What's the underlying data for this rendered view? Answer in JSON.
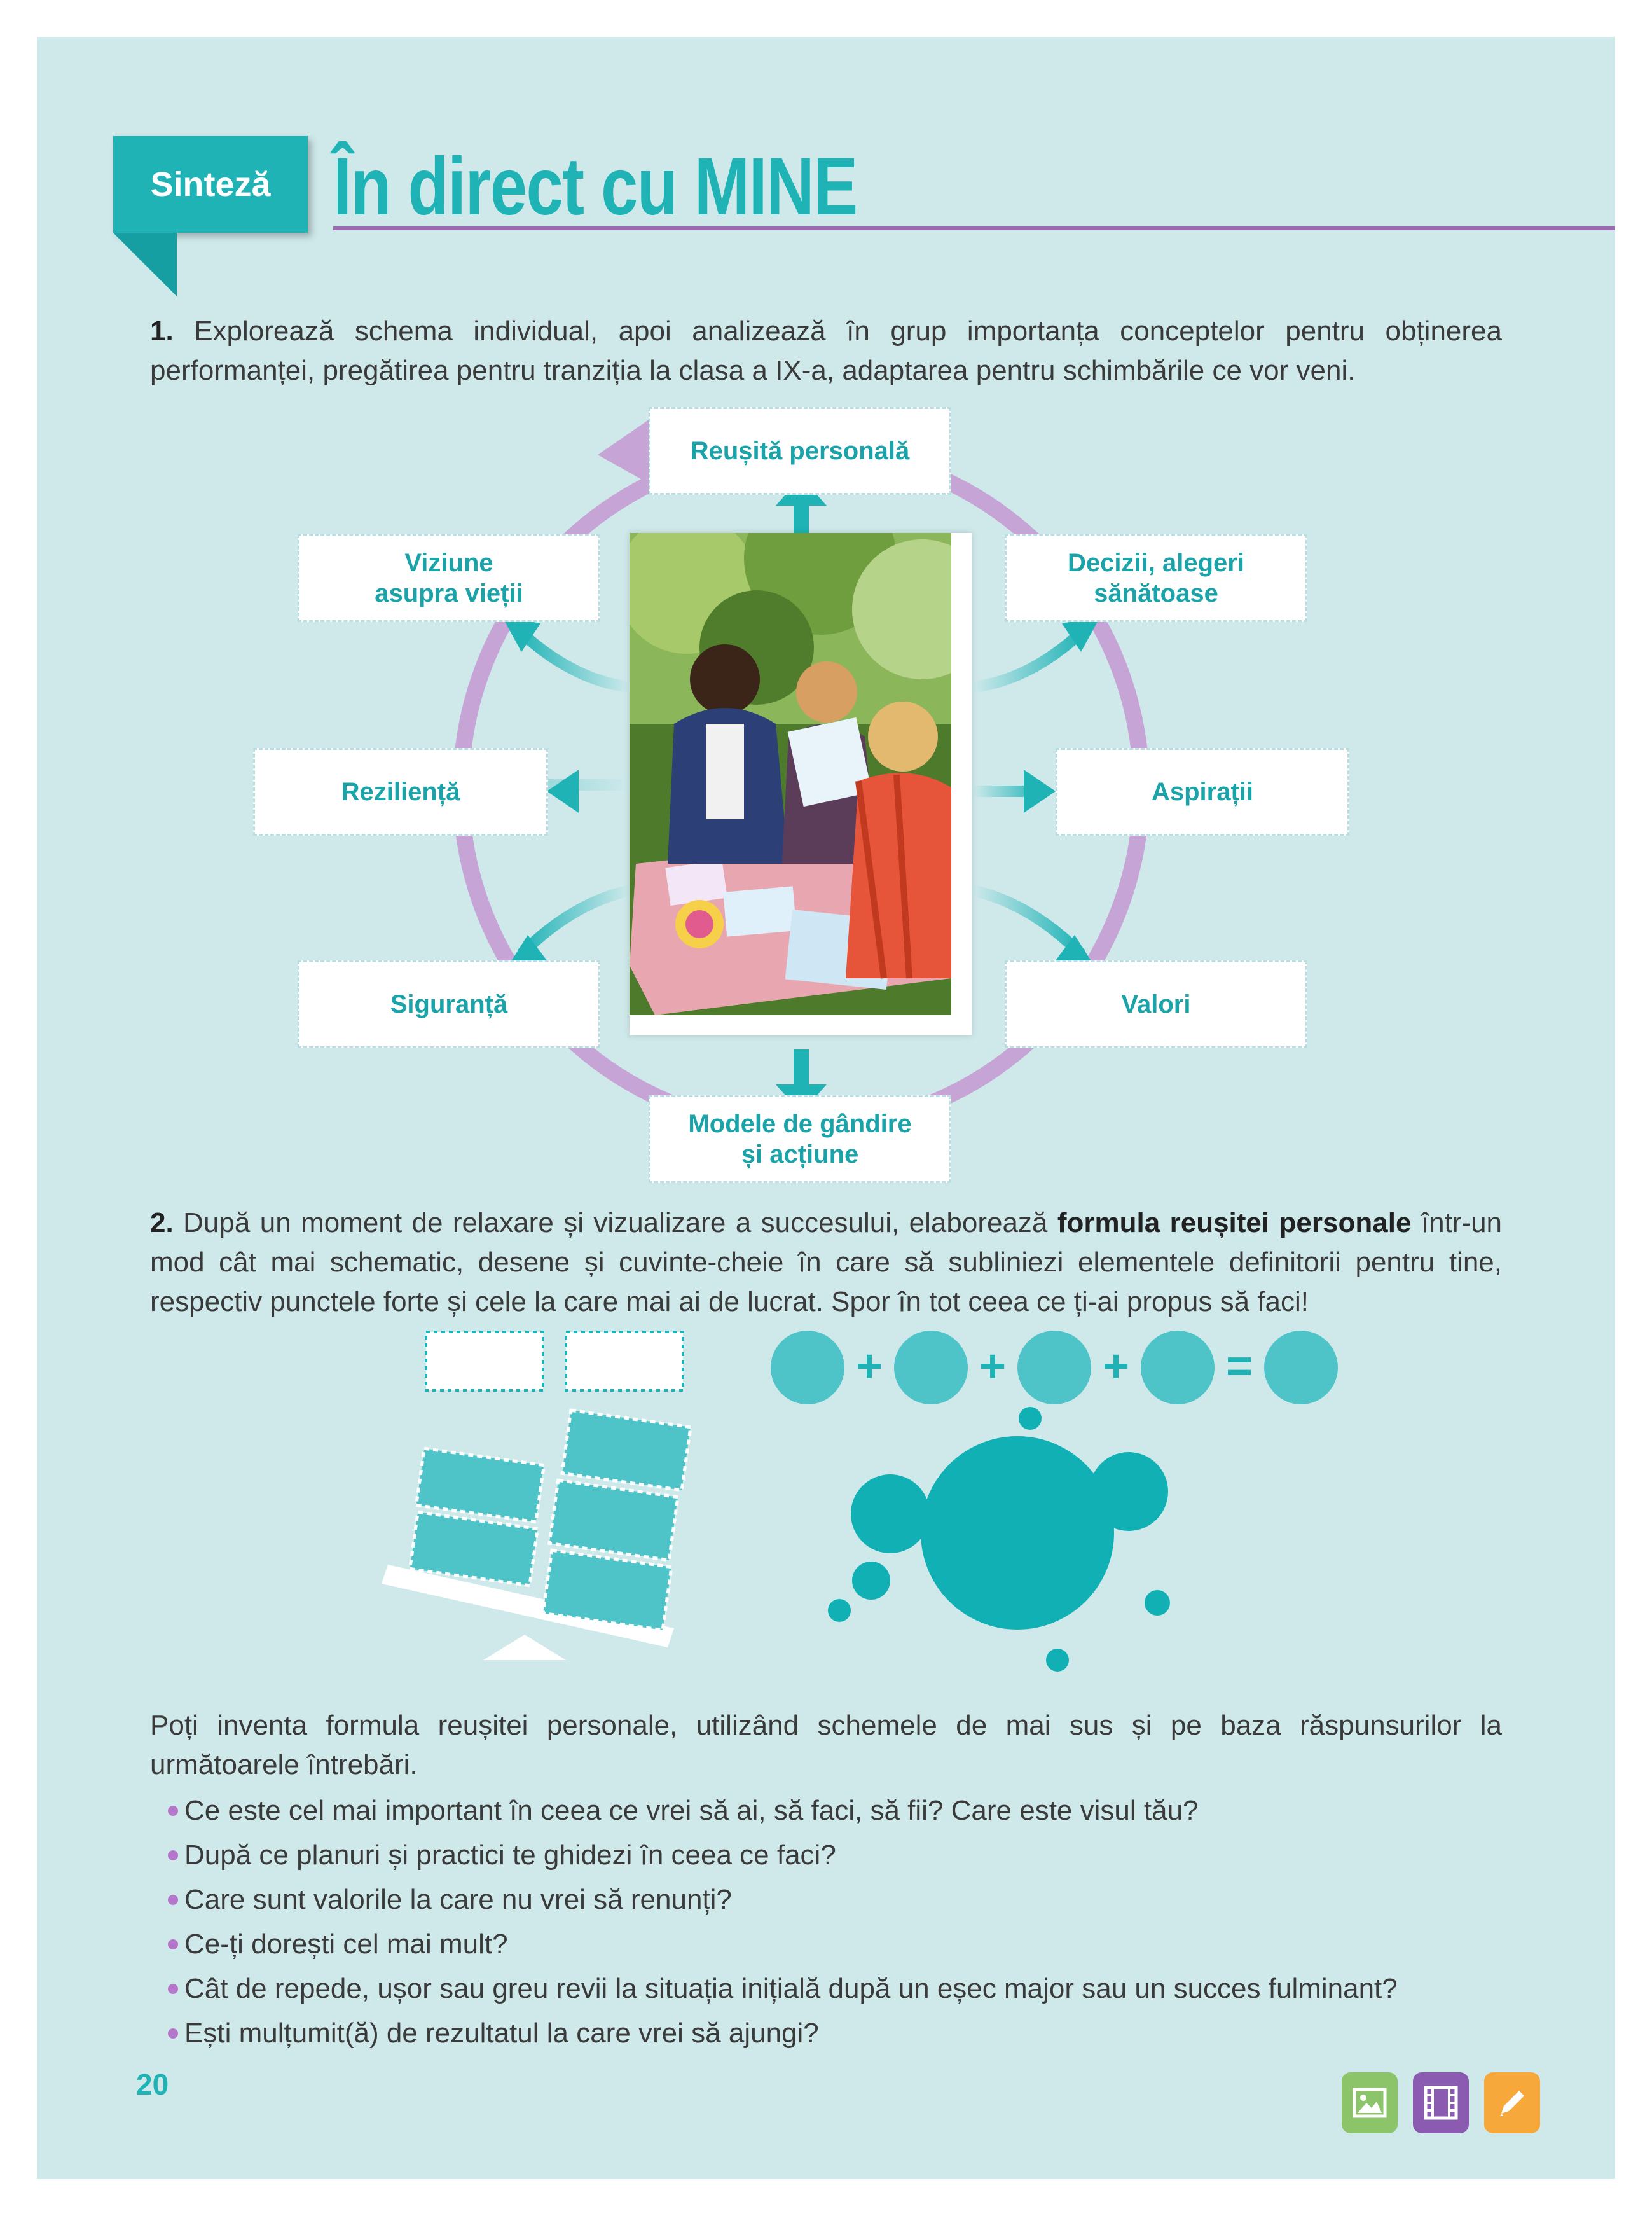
{
  "header": {
    "tab_label": "Sinteză",
    "title": "În direct cu MINE"
  },
  "exercise1": {
    "number": "1.",
    "text": "Explorează schema individual, apoi analizează în grup importanța conceptelor pentru obținerea performanței, pregătirea pentru tranziția la clasa a IX-a, adaptarea pentru schimbările ce vor veni."
  },
  "diagram": {
    "top": "Reușită personală",
    "top_left_line1": "Viziune",
    "top_left_line2": "asupra vieții",
    "top_right_line1": "Decizii, alegeri",
    "top_right_line2": "sănătoase",
    "mid_left": "Reziliență",
    "mid_right": "Aspirații",
    "bottom_left": "Siguranță",
    "bottom_right": "Valori",
    "bottom_line1": "Modele de gândire",
    "bottom_line2": "și acțiune",
    "colors": {
      "ring": "#c6a5d6",
      "arrow": "#1fb3b6",
      "label": "#1aa3a8"
    }
  },
  "exercise2": {
    "number": "2.",
    "text_before": "După un moment de relaxare și vizualizare a succesului, elaborează",
    "text_bold": "formula reușitei personale",
    "text_after": "într-un mod cât mai schematic, desene și cuvinte-cheie în care să subliniezi elementele definitorii pentru tine, respectiv punctele forte și cele la care mai ai de lucrat. Spor în tot ceea ce ți-ai propus să faci!"
  },
  "formula": {
    "plus": "+",
    "equals": "="
  },
  "intro": "Poți inventa formula reușitei personale, utilizând schemele de mai sus și pe baza răspunsurilor la următoarele întrebări.",
  "questions": [
    "Ce este cel mai important în ceea ce vrei să ai, să faci, să fii? Care este visul tău?",
    "După ce planuri și practici te ghidezi în ceea ce faci?",
    "Care sunt valorile la care nu vrei să renunți?",
    "Ce-ți dorești cel mai mult?",
    "Cât de repede, ușor sau greu revii la situația inițială după un eșec major sau un succes fulminant?",
    "Ești mulțumit(ă) de rezultatul la care vrei să ajungi?"
  ],
  "footer": {
    "page_number": "20",
    "icons": [
      "image-icon",
      "film-icon",
      "pencil-icon"
    ]
  }
}
